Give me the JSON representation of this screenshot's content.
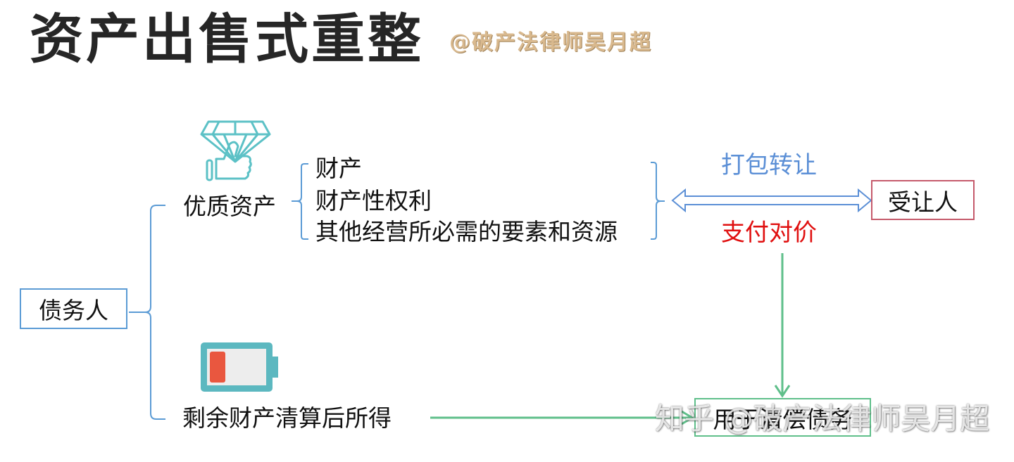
{
  "title": "资产出售式重整",
  "watermark_top": "@破产法律师吴月超",
  "debtor": "债务人",
  "quality_assets": {
    "label": "优质资产",
    "items": [
      "财产",
      "财产性权利",
      "其他经营所必需的要素和资源"
    ]
  },
  "remaining": {
    "label": "剩余财产清算后所得"
  },
  "transfer": {
    "top_label": "打包转让",
    "bottom_label": "支付对价",
    "transferee": "受让人"
  },
  "repay_box": "用于清偿债务",
  "watermark_bottom": "知乎 @破产法律师吴月超",
  "colors": {
    "bracket_blue": "#5b9bd5",
    "arrow_green": "#5fbf8a",
    "diamond_teal": "#5cc1c6",
    "battery_red": "#e9573f",
    "accent_red": "#e01010"
  },
  "icons": [
    "diamond-hand-icon",
    "low-battery-icon"
  ]
}
